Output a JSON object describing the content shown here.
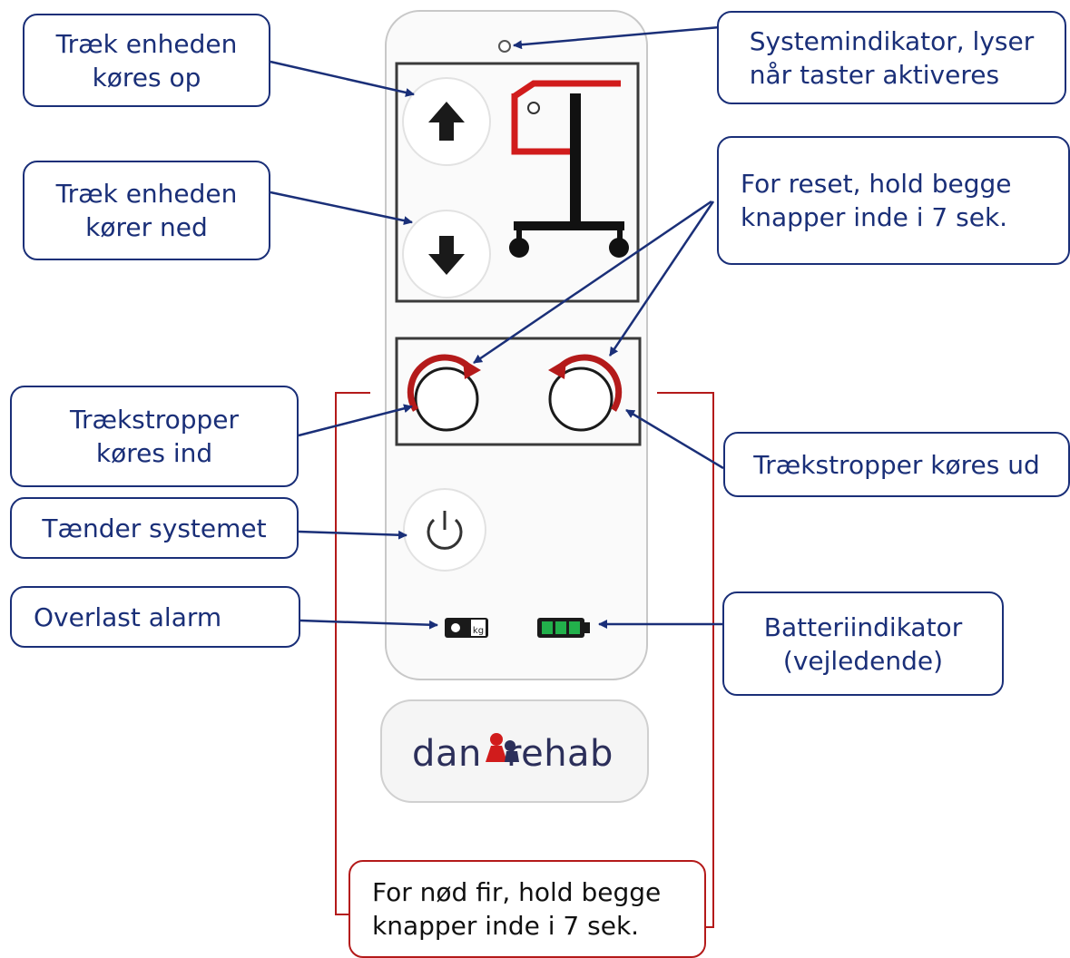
{
  "callouts": {
    "up": "Træk enheden\nkøres op",
    "down": "Træk enheden\nkører ned",
    "system_indicator": "Systemindikator, lyser\nnår taster aktiveres",
    "reset": "For reset, hold begge\nknapper inde i 7 sek.",
    "straps_in": "Trækstropper\nkøres ind",
    "straps_out": "Trækstropper køres ud",
    "power": "Tænder systemet",
    "overload": "Overlast alarm",
    "battery": "Batteriindikator\n(vejledende)",
    "emergency": "For nød fir, hold begge\nknapper inde i 7 sek."
  },
  "logo": {
    "text": "dan rehab"
  },
  "colors": {
    "callout_border": "#1a2f78",
    "callout_text": "#1a2f78",
    "emergency_border": "#b41a1a",
    "hoist_red": "#d11c1c",
    "battery_green": "#22b04b"
  },
  "icons": [
    "arrow-up-icon",
    "arrow-down-icon",
    "rotate-cw-icon",
    "rotate-ccw-icon",
    "power-icon",
    "overload-icon",
    "battery-icon",
    "hoist-icon"
  ]
}
